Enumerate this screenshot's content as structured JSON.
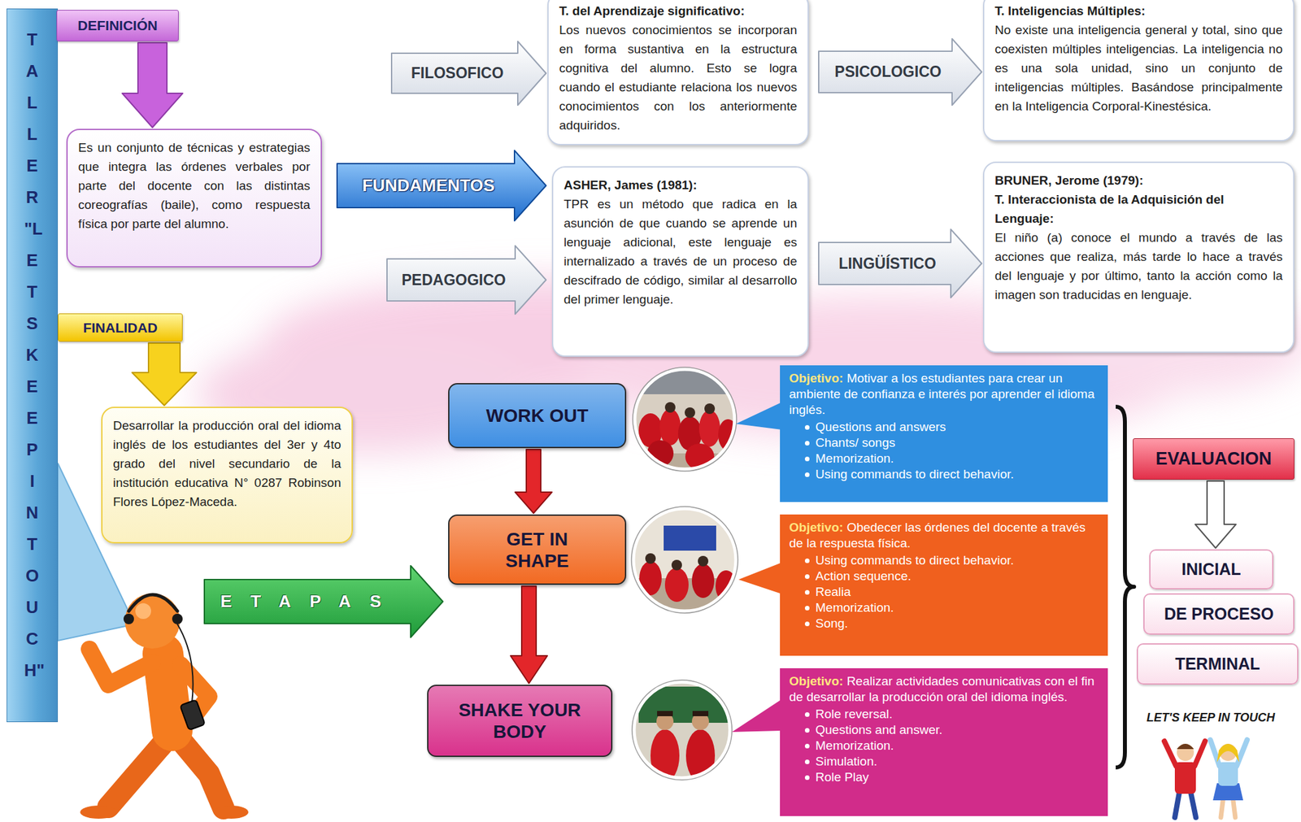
{
  "diagram": {
    "title": "TALLER \"LETS KEEP IN TOUCH\"",
    "nodes": [
      {
        "text": [
          "DEFINICIÓN"
        ]
      },
      {
        "text": [
          "Es un conjunto de técnicas y estrategias que integra las órdenes verbales por parte del docente con las distintas coreografías (baile), como respuesta física por parte del alumno."
        ]
      },
      {
        "text": [
          "FUNDAMENTOS"
        ]
      },
      {
        "text": [
          "FILOSOFICO"
        ]
      },
      {
        "text": [
          "T. del Aprendizaje significativo:",
          "Los nuevos conocimientos se incorporan en forma sustantiva en la estructura cognitiva del alumno. Esto se logra cuando el estudiante relaciona los nuevos conocimientos con los anteriormente adquiridos."
        ]
      },
      {
        "text": [
          "PSICOLOGICO"
        ]
      },
      {
        "text": [
          "T. Inteligencias Múltiples:",
          "No existe una inteligencia general y total, sino que coexisten múltiples inteligencias. La inteligencia no es una sola unidad, sino un conjunto de inteligencias múltiples. Basándose principalmente en la Inteligencia Corporal-Kinestésica."
        ]
      },
      {
        "text": [
          "PEDAGOGICO"
        ]
      },
      {
        "text": [
          "ASHER, James (1981):",
          "TPR es un método que radica en la asunción de que cuando se aprende un lenguaje adicional, este lenguaje es internalizado a través de un proceso de descifrado de código, similar al desarrollo del primer lenguaje."
        ]
      },
      {
        "text": [
          "LINGÜÍSTICO"
        ]
      },
      {
        "text": [
          "BRUNER, Jerome (1979):",
          "T. Interaccionista de la Adquisición del Lenguaje:",
          "El niño (a) conoce el mundo a través de las acciones que realiza, más tarde lo hace a través del lenguaje y por último, tanto la acción como la imagen son traducidas en lenguaje."
        ]
      },
      {
        "text": [
          "FINALIDAD"
        ]
      },
      {
        "text": [
          "Desarrollar la producción oral del idioma inglés de los estudiantes del 3er y 4to grado del nivel secundario de la institución educativa N° 0287 Robinson Flores López-Maceda."
        ]
      },
      {
        "text": [
          "ETAPAS"
        ]
      },
      {
        "text": [
          "WORK OUT"
        ]
      },
      {
        "text": [
          "GET IN SHAPE"
        ]
      },
      {
        "text": [
          "SHAKE YOUR BODY"
        ]
      },
      {
        "text": [
          "Objetivo:",
          "Motivar a los estudiantes para crear un ambiente de confianza e interés por aprender el idioma inglés.",
          "Questions and answers",
          "Chants/ songs",
          "Memorization.",
          "Using commands to direct behavior."
        ]
      },
      {
        "text": [
          "Objetivo:",
          "Obedecer las órdenes del docente a través de la respuesta física.",
          "Using commands to direct behavior.",
          "Action sequence.",
          "Realia",
          "Memorization.",
          "Song."
        ]
      },
      {
        "text": [
          "Objetivo:",
          "Realizar actividades comunicativas con el fin de desarrollar la producción oral del idioma inglés.",
          "Role reversal.",
          "Questions and answer.",
          "Memorization.",
          "Simulation.",
          "Role Play"
        ]
      },
      {
        "text": [
          "EVALUACION"
        ]
      },
      {
        "text": [
          "INICIAL"
        ]
      },
      {
        "text": [
          "DE PROCESO"
        ]
      },
      {
        "text": [
          "TERMINAL"
        ]
      }
    ],
    "edges": [
      {
        "from": 0,
        "to": 1,
        "arrow": "to"
      },
      {
        "from": 11,
        "to": 12,
        "arrow": "to"
      },
      {
        "from": 14,
        "to": 15,
        "arrow": "to"
      },
      {
        "from": 15,
        "to": 16,
        "arrow": "to"
      },
      {
        "from": 20,
        "to": 21,
        "arrow": "to"
      }
    ],
    "labels": [
      "LET'S KEEP IN TOUCH"
    ]
  }
}
